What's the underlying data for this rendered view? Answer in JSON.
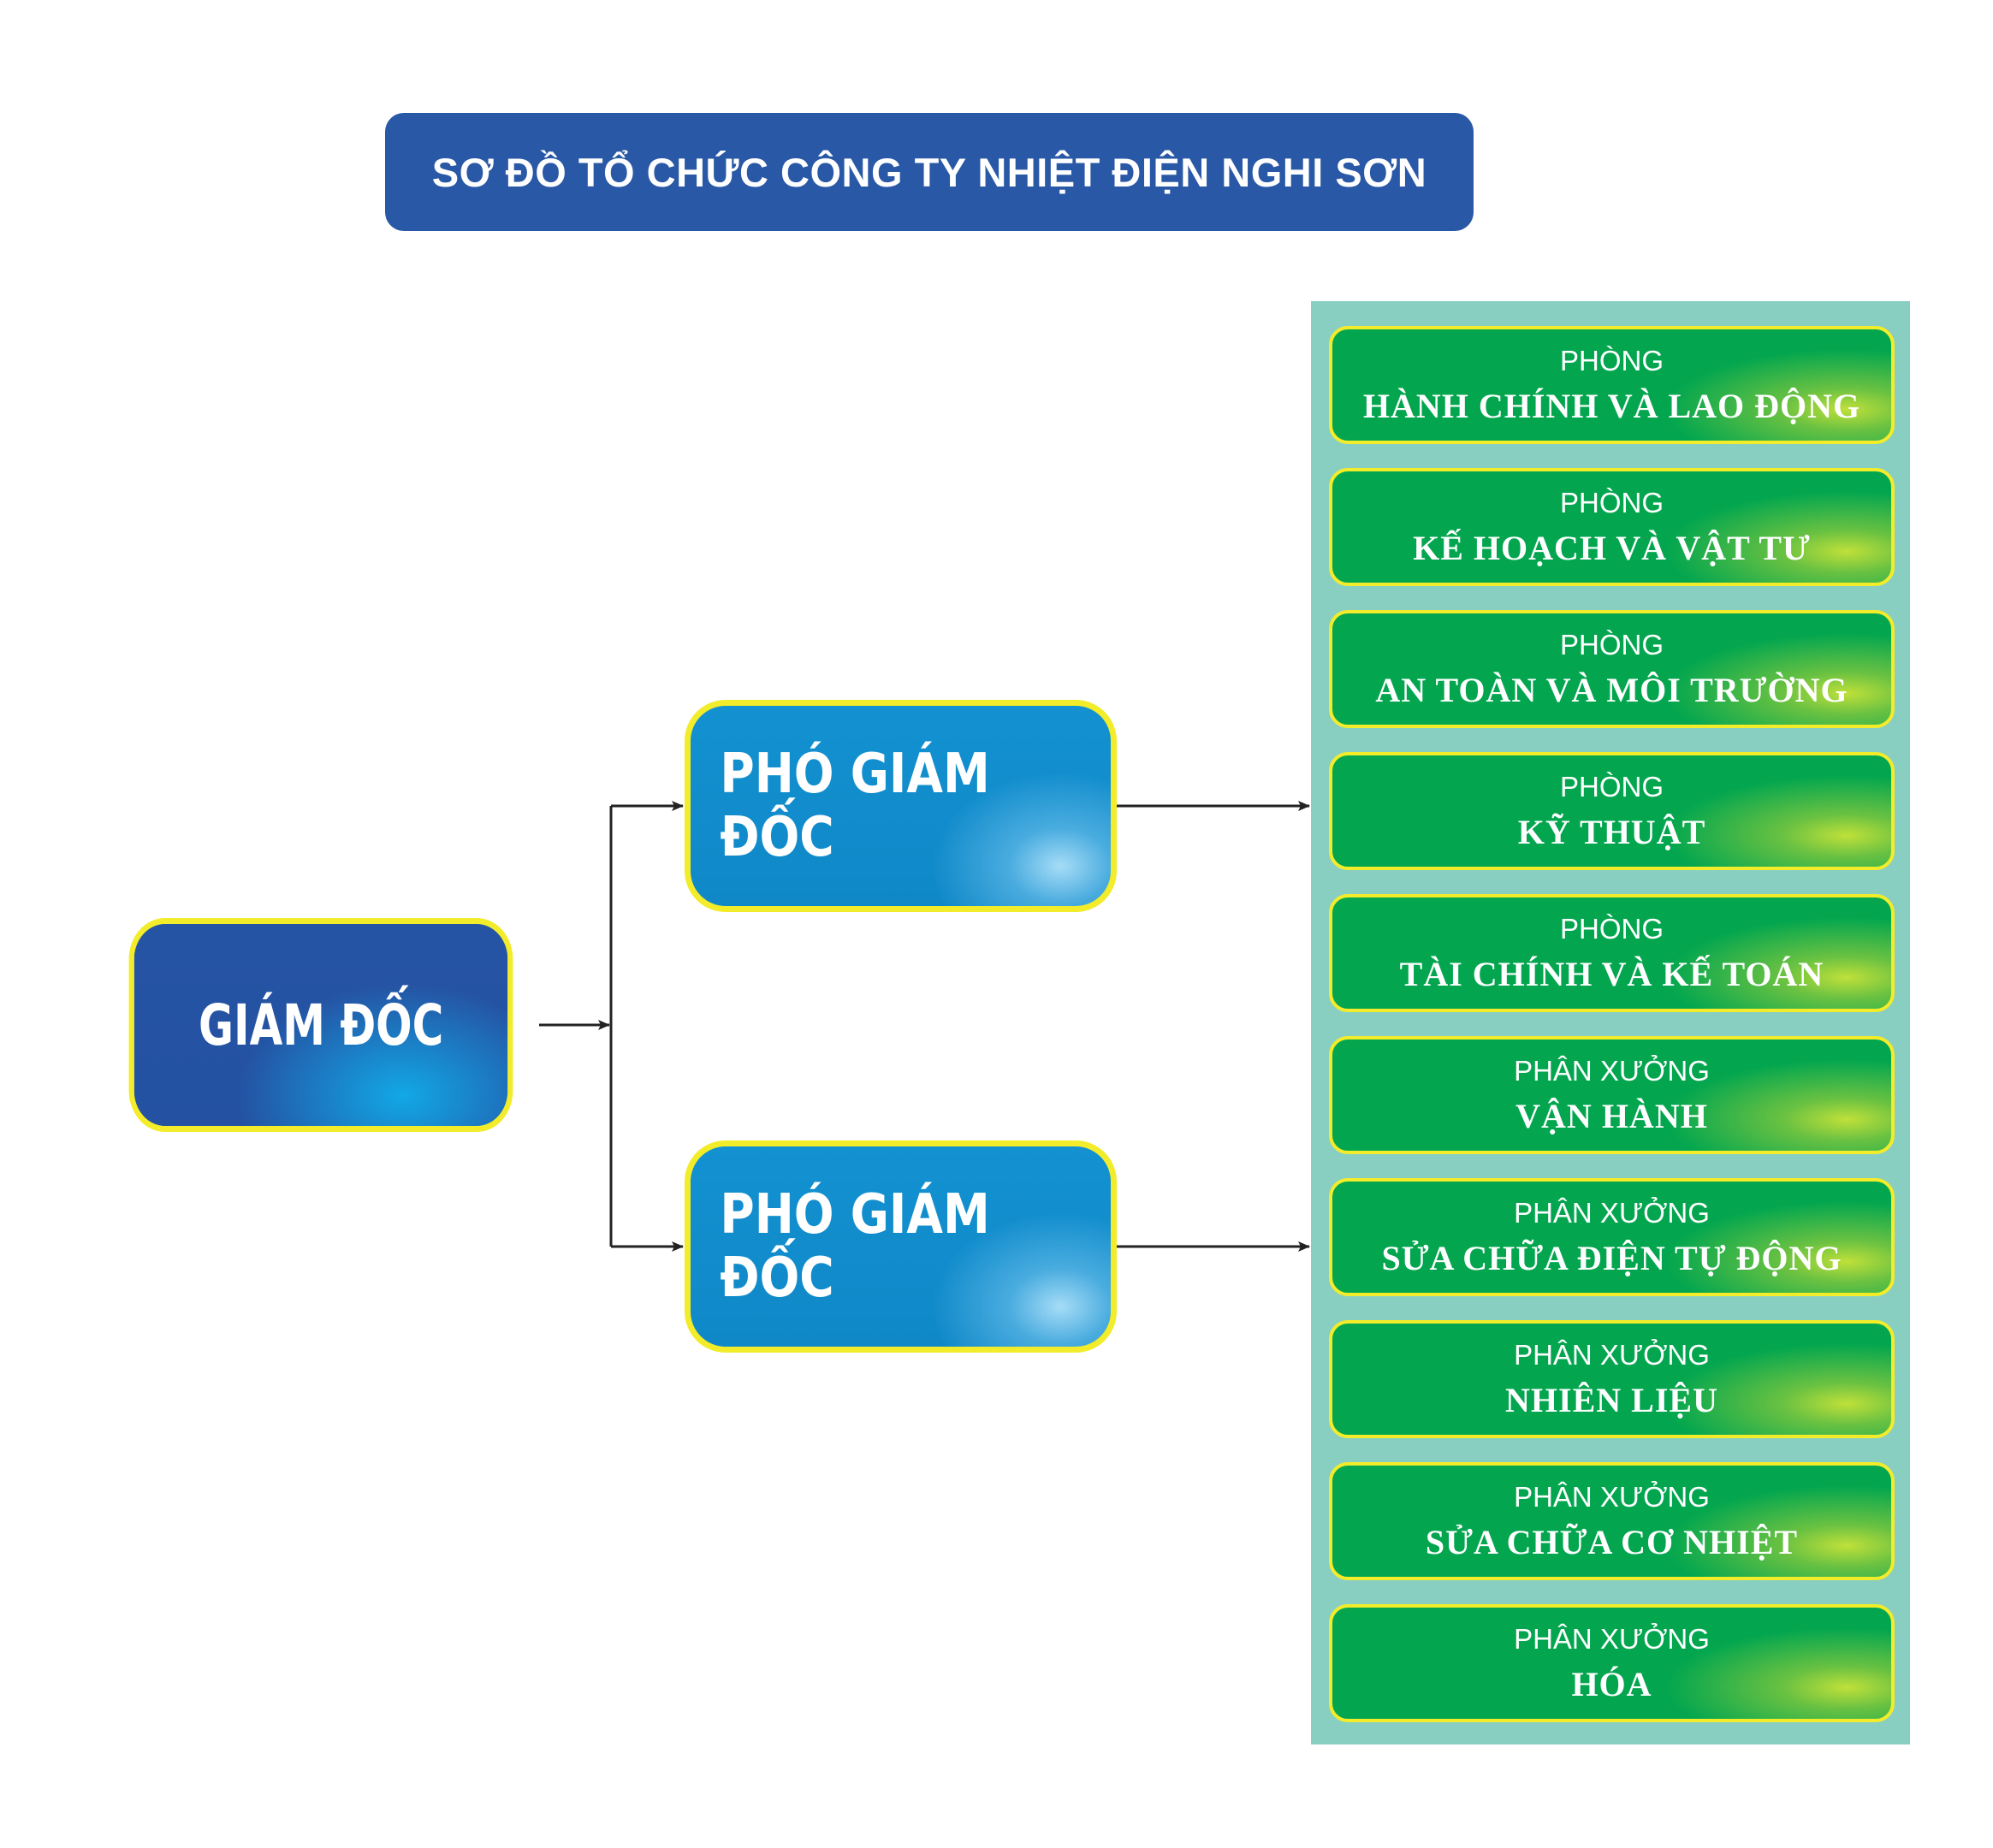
{
  "title": "SƠ ĐỒ TỔ CHỨC CÔNG TY NHIỆT ĐIỆN NGHI SƠN",
  "director": {
    "label": "GIÁM ĐỐC"
  },
  "deputies": [
    {
      "label": "PHÓ GIÁM ĐỐC"
    },
    {
      "label": "PHÓ GIÁM ĐỐC"
    }
  ],
  "departments": [
    {
      "kind": "PHÒNG",
      "name": "HÀNH CHÍNH VÀ LAO ĐỘNG"
    },
    {
      "kind": "PHÒNG",
      "name": "KẾ HOẠCH VÀ VẬT TƯ"
    },
    {
      "kind": "PHÒNG",
      "name": "AN TOÀN VÀ MÔI TRƯỜNG"
    },
    {
      "kind": "PHÒNG",
      "name": "KỸ THUẬT"
    },
    {
      "kind": "PHÒNG",
      "name": "TÀI CHÍNH VÀ KẾ TOÁN"
    },
    {
      "kind": "PHÂN XƯỞNG",
      "name": "VẬN HÀNH"
    },
    {
      "kind": "PHÂN XƯỞNG",
      "name": "SỬA CHỮA ĐIỆN TỰ ĐỘNG"
    },
    {
      "kind": "PHÂN XƯỞNG",
      "name": "NHIÊN LIỆU"
    },
    {
      "kind": "PHÂN XƯỞNG",
      "name": "SỬA CHỮA CƠ NHIỆT"
    },
    {
      "kind": "PHÂN XƯỞNG",
      "name": "HÓA"
    }
  ],
  "colors": {
    "title_bg": "#2958a6",
    "director_bg": "#2654a4",
    "deputy_bg": "#1391d0",
    "department_bg": "#03a64f",
    "panel_bg": "#88cfc2",
    "border_yellow": "#f2ec2a",
    "connector": "#222222"
  }
}
